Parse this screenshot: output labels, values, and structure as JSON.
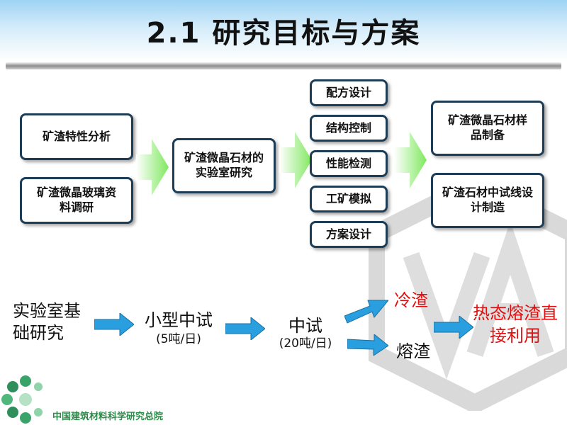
{
  "title": "2.1 研究目标与方案",
  "boxes": {
    "left1": "矿渣特性分析",
    "left2": "矿渣微晶玻璃资料调研",
    "middle": "矿渣微晶石材的实验室研究",
    "steps": [
      "配方设计",
      "结构控制",
      "性能检测",
      "工矿模拟",
      "方案设计"
    ],
    "right1": "矿渣微晶石材样品制备",
    "right2": "矿渣石材中试线设计制造"
  },
  "flow": {
    "lab": "实验室基础研究",
    "small_trial": "小型中试",
    "small_trial_capacity": "(5吨/日)",
    "pilot": "中试",
    "pilot_capacity": "(20吨/日)",
    "cold_slag": "冷渣",
    "molten_slag": "熔渣",
    "final": "热态熔渣直接利用"
  },
  "footer": {
    "org": "中国建筑材料科学研究总院"
  },
  "colors": {
    "accent_red": "#e01010",
    "arrow_green": "#7fe85f",
    "arrow_blue": "#2a9fe0",
    "box_border": "#1d3c55"
  }
}
